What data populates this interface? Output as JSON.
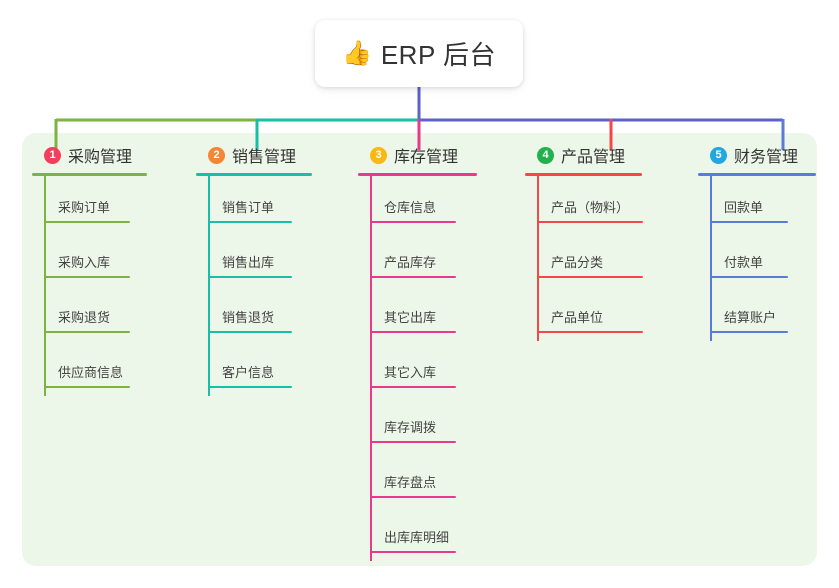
{
  "diagram": {
    "type": "mindmap",
    "root": {
      "icon": "thumbs-up-icon",
      "emoji": "👍",
      "title": "ERP 后台"
    },
    "panel_color": "#edf7e9",
    "trunk_color": "#5b62c8",
    "branches": [
      {
        "index": "1",
        "title": "采购管理",
        "badge_color": "#f1405e",
        "line_color": "#7cb342",
        "leaves": [
          "采购订单",
          "采购入库",
          "采购退货",
          "供应商信息"
        ]
      },
      {
        "index": "2",
        "title": "销售管理",
        "badge_color": "#f58634",
        "line_color": "#17bfa6",
        "leaves": [
          "销售订单",
          "销售出库",
          "销售退货",
          "客户信息"
        ]
      },
      {
        "index": "3",
        "title": "库存管理",
        "badge_color": "#fbb713",
        "line_color": "#e8398c",
        "leaves": [
          "仓库信息",
          "产品库存",
          "其它出库",
          "其它入库",
          "库存调拨",
          "库存盘点",
          "出库库明细"
        ]
      },
      {
        "index": "4",
        "title": "产品管理",
        "badge_color": "#22b14c",
        "line_color": "#f2484b",
        "leaves": [
          "产品（物料）",
          "产品分类",
          "产品单位"
        ]
      },
      {
        "index": "5",
        "title": "财务管理",
        "badge_color": "#22a7e0",
        "line_color": "#5b7bd5",
        "leaves": [
          "回款单",
          "付款单",
          "结算账户"
        ]
      }
    ]
  }
}
